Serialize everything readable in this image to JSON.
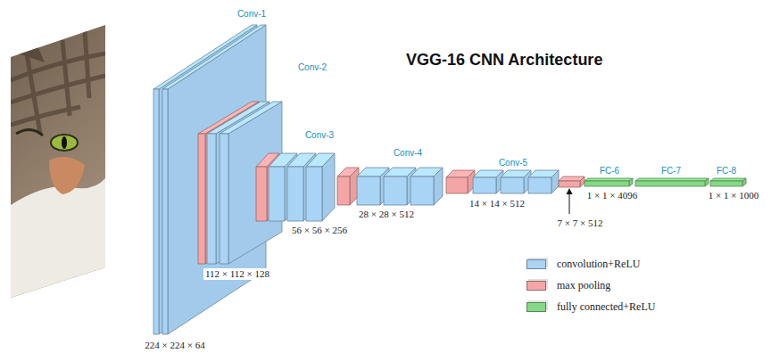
{
  "diagram": {
    "title": "VGG-16 CNN Architecture",
    "labels": [
      "Conv-1",
      "Conv-2",
      "Conv-3",
      "Conv-4",
      "Conv-5",
      "FC-6",
      "FC-7",
      "FC-8",
      "224 × 224 × 64",
      "112 × 112 × 128",
      "56 × 56 × 256",
      "28 × 28 × 512",
      "14 × 14 × 512",
      "7 × 7 × 512",
      "1 × 1 × 4096",
      "1 × 1 × 1000"
    ],
    "legend": [
      {
        "text": "convolution+ReLU",
        "color": "#a9d4f5"
      },
      {
        "text": "max pooling",
        "color": "#f4a6a6"
      },
      {
        "text": "fully connected+ReLU",
        "color": "#86d886"
      }
    ]
  }
}
